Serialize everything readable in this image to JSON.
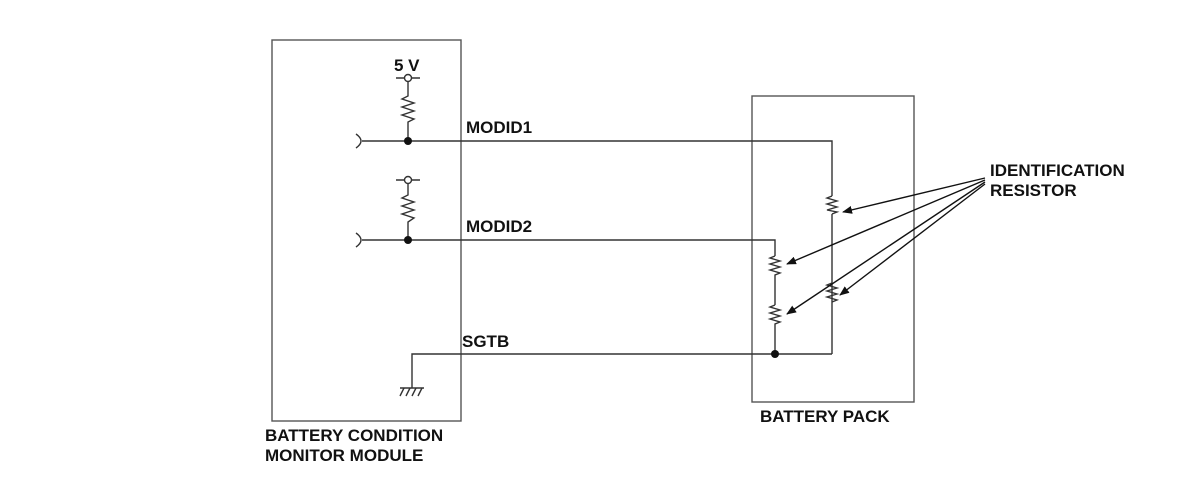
{
  "diagram": {
    "supply_label": "5 V",
    "signals": {
      "modid1": "MODID1",
      "modid2": "MODID2",
      "sgtb": "SGTB"
    },
    "annotation": {
      "line1": "IDENTIFICATION",
      "line2": "RESISTOR"
    },
    "module_label": {
      "line1": "BATTERY CONDITION",
      "line2": "MONITOR MODULE"
    },
    "pack_label": "BATTERY PACK"
  }
}
